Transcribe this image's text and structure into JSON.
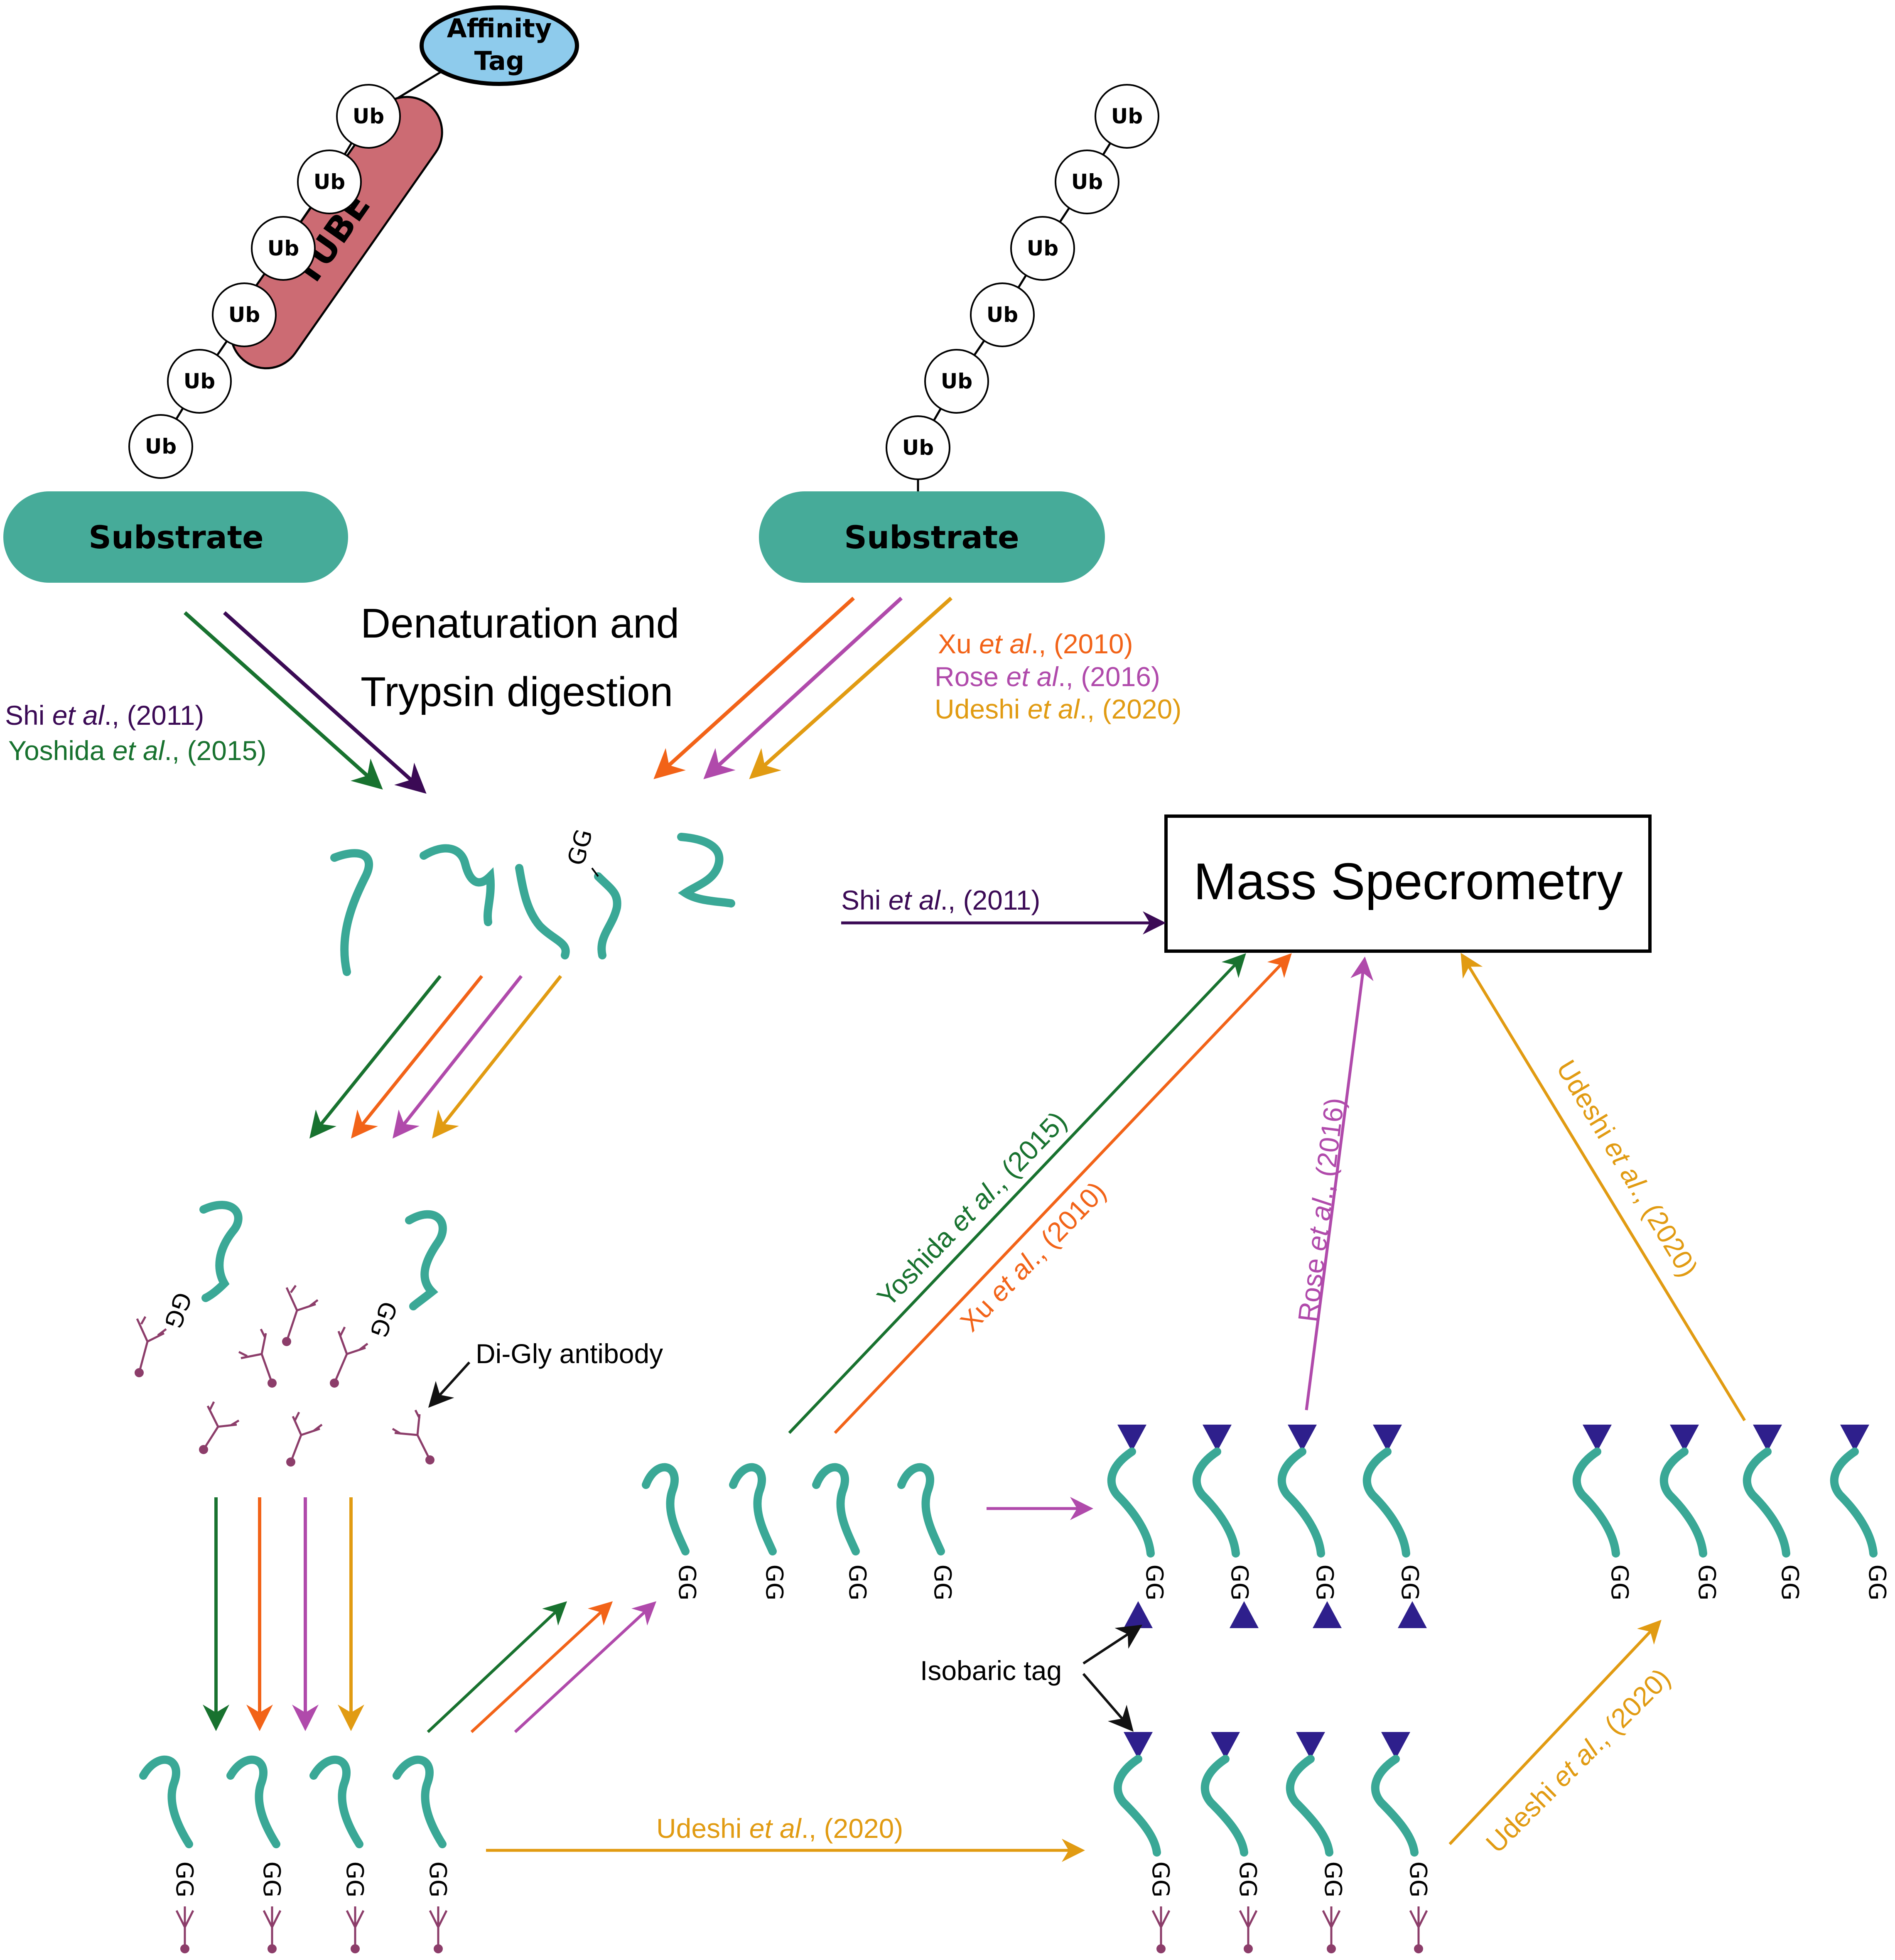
{
  "colors": {
    "shi": "#3b0a55",
    "yoshida": "#18722f",
    "xu": "#f26318",
    "rose": "#b04aab",
    "udeshi": "#e19b12",
    "black": "#111111",
    "substrate": "#46ab99",
    "tube": "#cc6b73",
    "affinity": "#8ecbec",
    "peptide": "#3aa896",
    "antibody": "#8c3d6a",
    "isobaric": "#2e1f8c"
  },
  "left_complex": {
    "ub_labels": [
      "Ub",
      "Ub",
      "Ub",
      "Ub",
      "Ub",
      "Ub"
    ],
    "tube_label": "TUBE",
    "affinity_tag": {
      "line1": "Affinity",
      "line2": "Tag"
    },
    "substrate_label": "Substrate"
  },
  "right_complex": {
    "ub_labels": [
      "Ub",
      "Ub",
      "Ub",
      "Ub",
      "Ub",
      "Ub"
    ],
    "substrate_label": "Substrate"
  },
  "step_title": {
    "line1": "Denaturation and",
    "line2": "Trypsin digestion"
  },
  "citations": {
    "shi": {
      "author": "Shi ",
      "etal": "et al",
      "year": "., (2011)"
    },
    "yoshida": {
      "author": "Yoshida ",
      "etal": "et al",
      "year": "., (2015)"
    },
    "xu": {
      "author": "Xu ",
      "etal": "et al",
      "year": "., (2010)"
    },
    "rose": {
      "author": "Rose ",
      "etal": "et al",
      "year": "., (2016)"
    },
    "udeshi": {
      "author": "Udeshi ",
      "etal": "et al",
      "year": "., (2020)"
    }
  },
  "mass_spec_label": "Mass Specrometry",
  "gg_label": "GG",
  "antibody_label": "Di-Gly antibody",
  "isobaric_label": "Isobaric tag"
}
